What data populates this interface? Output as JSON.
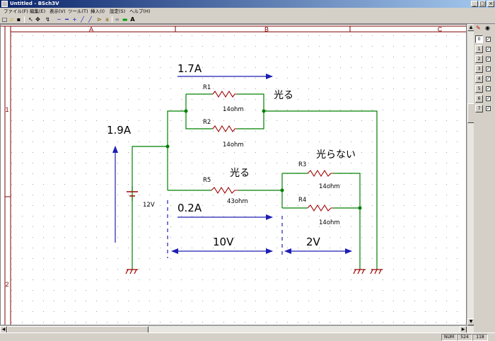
{
  "window": {
    "title": "Untitled - BSch3V",
    "minimize_glyph": "_",
    "maximize_glyph": "□",
    "close_glyph": "×"
  },
  "menu": [
    {
      "label": "ファイル(F)"
    },
    {
      "label": "編集(E)"
    },
    {
      "label": "表示(V)"
    },
    {
      "label": "ツール(T)"
    },
    {
      "label": "挿入(I)"
    },
    {
      "label": "設定(S)"
    },
    {
      "label": "ヘルプ(H)"
    }
  ],
  "toolbar": {
    "new_glyph": "□",
    "open_glyph": "▱",
    "save_glyph": "▪",
    "select_glyph": "↖",
    "drag_glyph": "✥",
    "part_glyph": "↯",
    "wire_glyph": "─",
    "bus_glyph": "━",
    "junction_glyph": "+",
    "entry_glyph": "╱",
    "dash_glyph": "╱",
    "tag_glyph": "⊳",
    "label_glyph": "a",
    "comment_glyph": "≡",
    "marker_glyph": "▬",
    "text_glyph": "A"
  },
  "frame": {
    "columns": [
      "A",
      "B",
      "C"
    ],
    "rows": [
      "1",
      "2"
    ]
  },
  "circuit": {
    "currents": [
      "1.7A",
      "1.9A",
      "0.2A"
    ],
    "resistors": [
      {
        "ref": "R1",
        "value": "14ohm"
      },
      {
        "ref": "R2",
        "value": "14ohm"
      },
      {
        "ref": "R5",
        "value": "43ohm"
      },
      {
        "ref": "R3",
        "value": "14ohm"
      },
      {
        "ref": "R4",
        "value": "14ohm"
      }
    ],
    "battery_label": "12V",
    "annotations": {
      "lit_1": "光る",
      "lit_2": "光る",
      "unlit": "光らない"
    },
    "voltages": [
      "10V",
      "2V"
    ]
  },
  "layers": {
    "header_pen_glyph": "✎",
    "header_eye_glyph": "◉",
    "items": [
      {
        "num": "0",
        "active": true,
        "visible_mark": "✓"
      },
      {
        "num": "1",
        "active": false,
        "visible_mark": "✓"
      },
      {
        "num": "2",
        "active": false,
        "visible_mark": "✓"
      },
      {
        "num": "3",
        "active": false,
        "visible_mark": "✓"
      },
      {
        "num": "4",
        "active": false,
        "visible_mark": "✓"
      },
      {
        "num": "5",
        "active": false,
        "visible_mark": "✓"
      },
      {
        "num": "6",
        "active": false,
        "visible_mark": "✓"
      },
      {
        "num": "7",
        "active": false,
        "visible_mark": "✓"
      }
    ]
  },
  "scrollbar": {
    "up_glyph": "▲",
    "down_glyph": "▼",
    "left_glyph": "◀",
    "right_glyph": "▶"
  },
  "status": {
    "num_lock": "NUM",
    "cursor_x": "524",
    "cursor_y": "118"
  },
  "colors": {
    "wire": "#008000",
    "resistor": "#a00000",
    "frame": "#800000",
    "arrow": "#1e1eb4",
    "junction": "#008000"
  }
}
